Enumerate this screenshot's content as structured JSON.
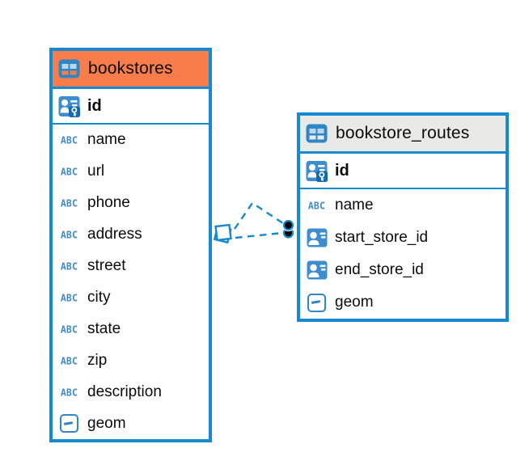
{
  "diagram_type": "entity-relationship",
  "colors": {
    "accent_blue": "#1789ce",
    "icon_blue": "#3e8ecf",
    "header_orange": "#f87d4a",
    "header_gray": "#e9e9e8",
    "text": "#0b0b0b",
    "background": "#ffffff",
    "relationship_dot": "#000000"
  },
  "tables": [
    {
      "name": "bookstores",
      "header_icon": "table-icon",
      "header_color": "#f87d4a",
      "primary_key": {
        "name": "id",
        "icon": "primary-key-icon"
      },
      "fields": [
        {
          "name": "name",
          "icon": "text-type-icon"
        },
        {
          "name": "url",
          "icon": "text-type-icon"
        },
        {
          "name": "phone",
          "icon": "text-type-icon"
        },
        {
          "name": "address",
          "icon": "text-type-icon"
        },
        {
          "name": "street",
          "icon": "text-type-icon"
        },
        {
          "name": "city",
          "icon": "text-type-icon"
        },
        {
          "name": "state",
          "icon": "text-type-icon"
        },
        {
          "name": "zip",
          "icon": "text-type-icon"
        },
        {
          "name": "description",
          "icon": "text-type-icon"
        },
        {
          "name": "geom",
          "icon": "geometry-type-icon"
        }
      ]
    },
    {
      "name": "bookstore_routes",
      "header_icon": "table-icon",
      "header_color": "#e9e9e8",
      "primary_key": {
        "name": "id",
        "icon": "primary-key-icon"
      },
      "fields": [
        {
          "name": "name",
          "icon": "text-type-icon"
        },
        {
          "name": "start_store_id",
          "icon": "foreign-key-icon"
        },
        {
          "name": "end_store_id",
          "icon": "foreign-key-icon"
        },
        {
          "name": "geom",
          "icon": "geometry-type-icon"
        }
      ]
    }
  ],
  "relationships": [
    {
      "from_table": "bookstores",
      "to_table": "bookstore_routes",
      "line_style": "dashed",
      "from_marker": "stacked-squares",
      "to_marker": "filled-dot"
    },
    {
      "from_table": "bookstores",
      "to_table": "bookstore_routes",
      "line_style": "dashed",
      "from_marker": "stacked-squares",
      "to_marker": "filled-dot"
    }
  ]
}
